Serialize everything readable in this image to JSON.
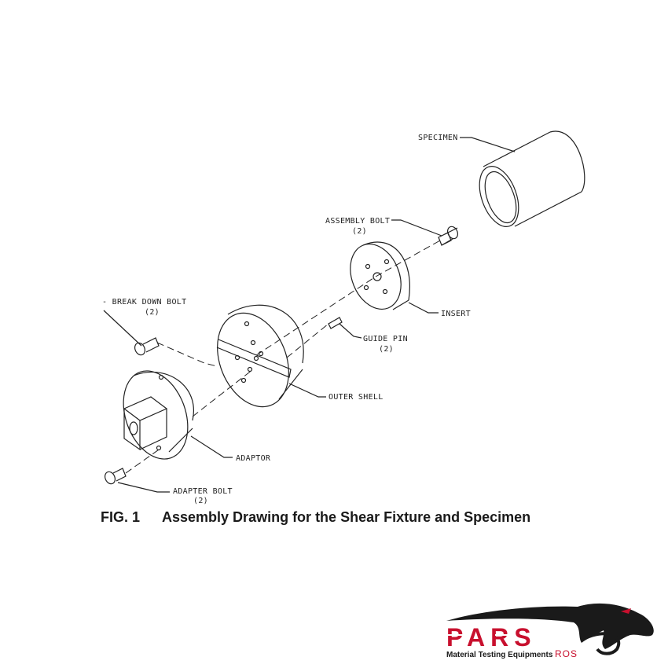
{
  "labels": {
    "specimen": "SPECIMEN",
    "assembly_bolt": "ASSEMBLY BOLT",
    "assembly_bolt_qty": "(2)",
    "break_down_bolt": "- BREAK DOWN BOLT",
    "break_down_bolt_qty": "(2)",
    "insert": "INSERT",
    "guide_pin": "GUIDE PIN",
    "guide_pin_qty": "(2)",
    "outer_shell": "OUTER SHELL",
    "adaptor": "ADAPTOR",
    "adapter_bolt": "ADAPTER BOLT",
    "adapter_bolt_qty": "(2)"
  },
  "caption": {
    "fig": "FIG. 1",
    "text": "Assembly Drawing for the Shear Fixture and Specimen"
  },
  "logo": {
    "brand": "PARS",
    "tagline": "Material Testing Equipments",
    "suffix": "ROS",
    "accent_color": "#c8102e",
    "dark_color": "#1a1a1a"
  }
}
